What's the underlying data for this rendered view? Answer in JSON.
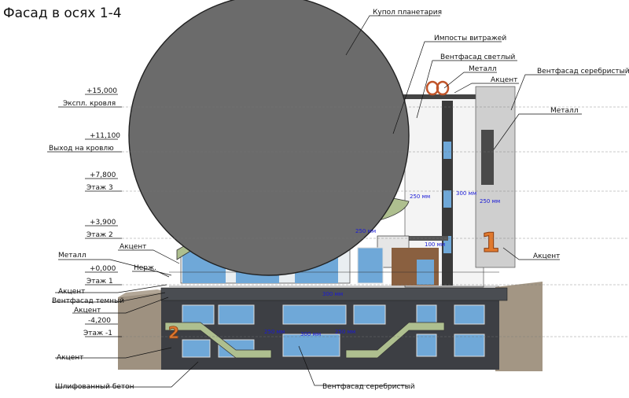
{
  "title": "Фасад в осях 1-4",
  "levels": [
    {
      "value": "+15,000",
      "name": "Экспл. кровля"
    },
    {
      "value": "+11,100",
      "name": "Выход на кровлю"
    },
    {
      "value": "+7,800",
      "name": "Этаж 3"
    },
    {
      "value": "+3,900",
      "name": "Этаж 2"
    },
    {
      "value": "+0,000",
      "name": "Этаж 1"
    },
    {
      "value": "-4,200",
      "name": "Этаж -1"
    }
  ],
  "callouts": {
    "dome": "Купол планетария",
    "imposts": "Импосты витражей",
    "light_facade": "Вентфасад светлый",
    "metal_top": "Металл",
    "accent_top": "Акцент",
    "silver_facade_top": "Вентфасад серебристый",
    "metal_right": "Металл",
    "accent_right": "Акцент",
    "accent_left1": "Акцент",
    "metal_left": "Металл",
    "stainless": "Нерж.",
    "accent_left2": "Акцент",
    "dark_facade": "Вентфасад темный",
    "accent_left3": "Акцент",
    "accent_bottom": "Акцент",
    "polished_concrete": "Шлифованный бетон",
    "silver_facade_bottom": "Вентфасад серебристый"
  },
  "dimensions": {
    "d250_a": "250 мм",
    "d300_a": "300 мм",
    "d250_b": "250 мм",
    "d250_c": "250 мм",
    "d100": "100 мм",
    "d300_b": "300 мм",
    "d250_d": "250 мм",
    "d300_c": "300 мм",
    "d250_e": "250 мм"
  },
  "badges": {
    "one": "1",
    "two": "2"
  },
  "colors": {
    "dome": "#6b6b6b",
    "accent": "#e0792e",
    "silver": "#c8c8c8",
    "glass": "#6fa8d8",
    "green_trim": "#aebf8f",
    "ground": "#a89c8a",
    "dark": "#3d3f44"
  }
}
